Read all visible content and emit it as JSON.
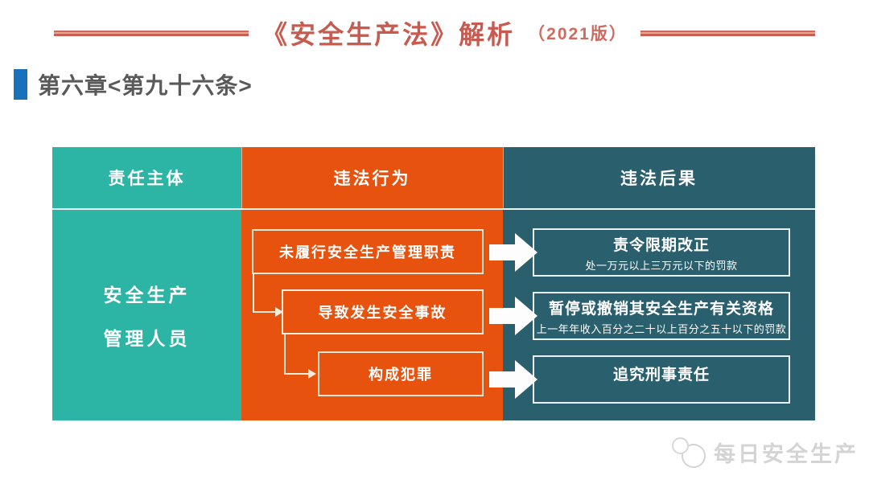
{
  "slide": {
    "title": "《安全生产法》解析",
    "edition": "（2021版）",
    "section_heading": "第六章<第九十六条>"
  },
  "table": {
    "headers": [
      {
        "label": "责任主体"
      },
      {
        "label": "违法行为"
      },
      {
        "label": "违法后果"
      }
    ],
    "subject_lines": [
      "安全生产",
      "管理人员"
    ],
    "behaviors": [
      "未履行安全生产管理职责",
      "导致发生安全事故",
      "构成犯罪"
    ],
    "consequences": [
      {
        "title": "责令限期改正",
        "detail": "处一万元以上三万元以下的罚款"
      },
      {
        "title": "暂停或撤销其安全生产有关资格",
        "detail": "上一年年收入百分之二十以上百分之五十以下的罚款"
      },
      {
        "title": "追究刑事责任",
        "detail": ""
      }
    ]
  },
  "watermark": {
    "text": "每日安全生产"
  },
  "colors": {
    "title_red": "#c85b50",
    "bullet_blue": "#1a71bb",
    "heading_gray": "#595959",
    "subject_teal": "#2cb4a4",
    "behavior_orange": "#e7520e",
    "consequence_dark_teal": "#2a5f6e",
    "box_border_cream": "#f5ecdc",
    "watermark_gray": "#d4d4d4"
  }
}
